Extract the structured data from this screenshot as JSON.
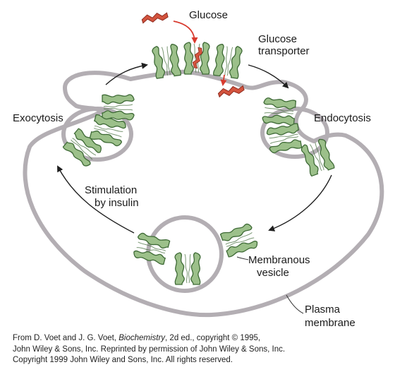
{
  "labels": {
    "glucose": "Glucose",
    "glucose_transporter_line1": "Glucose",
    "glucose_transporter_line2": "transporter",
    "exocytosis": "Exocytosis",
    "endocytosis": "Endocytosis",
    "stimulation_line1": "Stimulation",
    "stimulation_line2": "by insulin",
    "vesicle_line1": "Membranous",
    "vesicle_line2": "vesicle",
    "plasma_line1": "Plasma",
    "plasma_line2": "membrane"
  },
  "credit": {
    "line1_before": "From D. Voet and J. G. Voet, ",
    "line1_italic": "Biochemistry",
    "line1_after": ", 2d ed., copyright © 1995,",
    "line2": "John Wiley & Sons, Inc. Reprinted by permission of John Wiley & Sons, Inc.",
    "line3": "Copyright 1999 John Wiley and Sons, Inc. All rights reserved."
  },
  "colors": {
    "membrane": "#b3aeb3",
    "transporter_fill": "#9cc08a",
    "transporter_stroke": "#3e6a36",
    "glucose": "#d4543e",
    "glucose_arrow": "#d83a2e",
    "arrow": "#1f1f1f"
  }
}
